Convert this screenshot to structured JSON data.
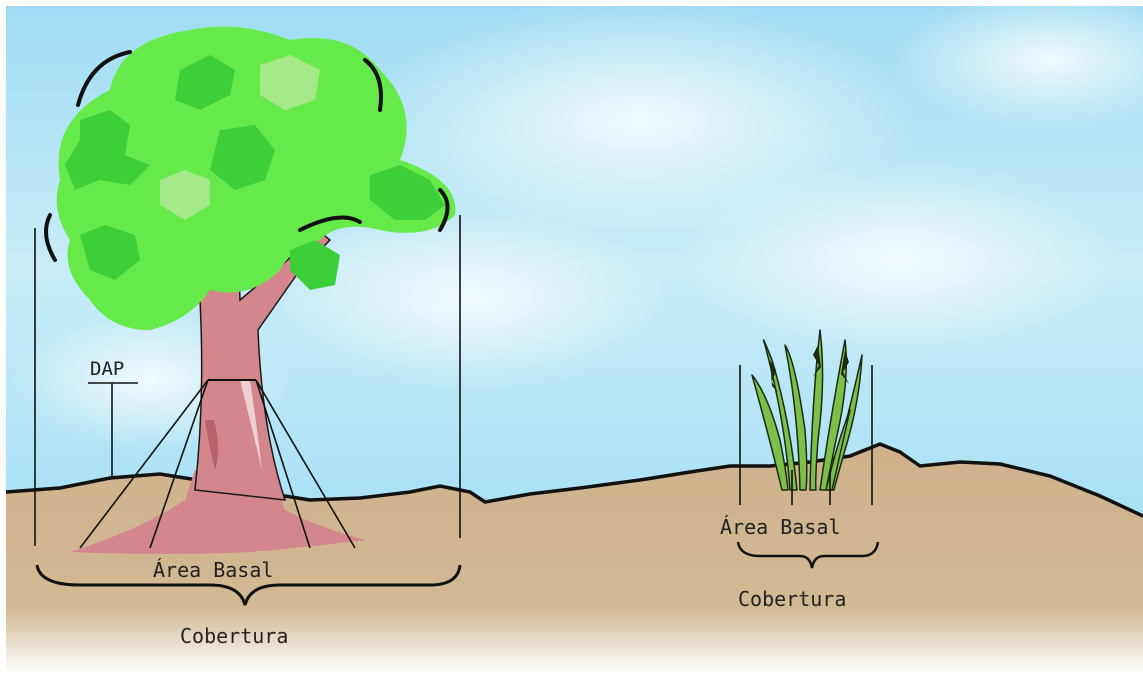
{
  "labels": {
    "dap": "DAP",
    "tree_basal_area": "Área Basal",
    "tree_cover": "Cobertura",
    "grass_basal_area": "Área Basal",
    "grass_cover": "Cobertura"
  },
  "colors": {
    "sky_light": "#e8f6fc",
    "sky_blue": "#8fd8f2",
    "soil": "#d0b38e",
    "soil_fade": "#ffffff",
    "ground_line": "#111111",
    "trunk": "#d3868c",
    "trunk_shadow": "#b8626a",
    "leaf_main": "#66ea4a",
    "leaf_dark": "#3ccf3a",
    "leaf_light": "#a6e98a",
    "grass_green": "#7cc04a",
    "grass_dark": "#1c2a14"
  }
}
